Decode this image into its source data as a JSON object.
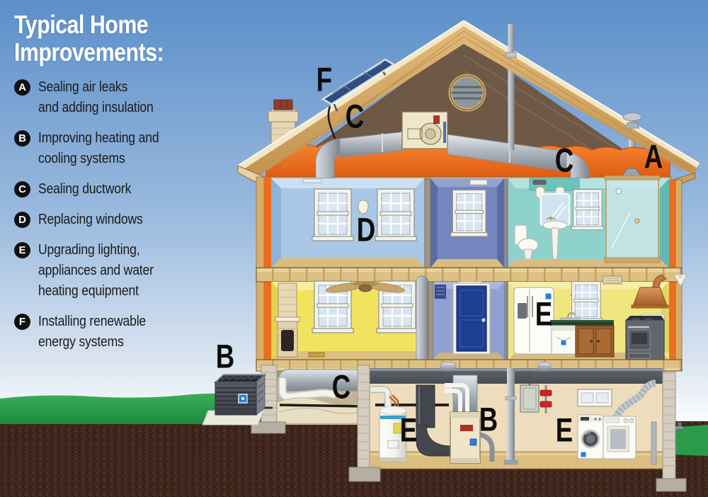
{
  "legend": {
    "title": "Typical Home\nImprovements:",
    "items": [
      {
        "letter": "A",
        "text": "Sealing air leaks\nand adding insulation"
      },
      {
        "letter": "B",
        "text": "Improving heating and\ncooling systems"
      },
      {
        "letter": "C",
        "text": "Sealing ductwork"
      },
      {
        "letter": "D",
        "text": "Replacing windows"
      },
      {
        "letter": "E",
        "text": "Upgrading lighting,\nappliances and water\nheating equipment"
      },
      {
        "letter": "F",
        "text": "Installing renewable\nenergy systems"
      }
    ]
  },
  "markers": [
    {
      "letter": "F",
      "target": "solar-panel"
    },
    {
      "letter": "C",
      "target": "attic-duct-left"
    },
    {
      "letter": "C",
      "target": "attic-duct-right"
    },
    {
      "letter": "A",
      "target": "attic-insulation"
    },
    {
      "letter": "D",
      "target": "bedroom-windows"
    },
    {
      "letter": "E",
      "target": "refrigerator"
    },
    {
      "letter": "B",
      "target": "ac-condenser"
    },
    {
      "letter": "C",
      "target": "crawlspace-duct"
    },
    {
      "letter": "E",
      "target": "water-heater"
    },
    {
      "letter": "B",
      "target": "furnace"
    },
    {
      "letter": "E",
      "target": "washer-dryer"
    }
  ],
  "colors": {
    "sky_top": "#5c8fc9",
    "sky_horizon": "#ffffff",
    "grass": "#2d9c4a",
    "soil": "#40271e",
    "roof_wood": "#d8ab66",
    "attic_gable": "#6e5947",
    "insulation_orange": "#f0701f",
    "bedroom_wall": "#a9c7e6",
    "hall_wall": "#7386bd",
    "bathroom_wall": "#8fd2cd",
    "living_wall": "#f1e35e",
    "kitchen_wall": "#efe680",
    "basement_wall": "#eeddbd",
    "front_door": "#1e3e92",
    "duct_silver": "#b8bec6",
    "legend_title": "#ffffff",
    "legend_badge_bg": "#101010",
    "marker_text": "#0c0c0c"
  }
}
